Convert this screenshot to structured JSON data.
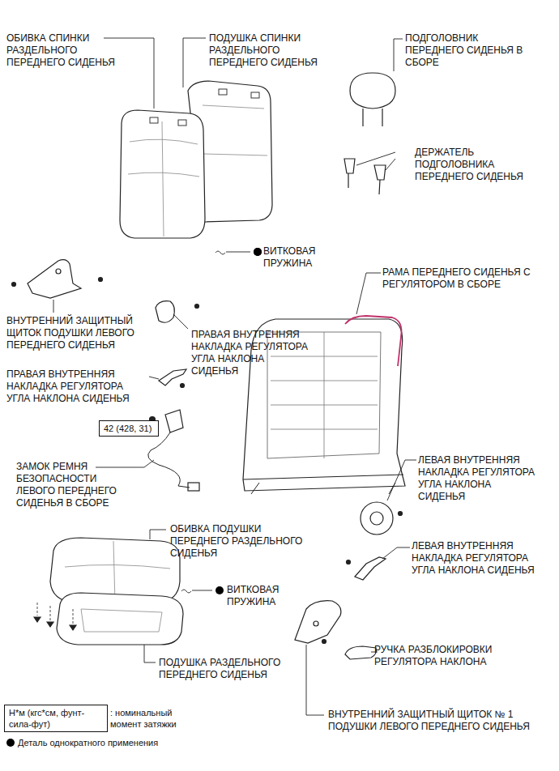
{
  "diagram": {
    "nodes": [
      {
        "text": [
          "42 (428, 31)"
        ]
      },
      {
        "text": [
          "Н*м (кгс*см, фунт-сила-фут)"
        ]
      }
    ],
    "labels": [
      "ОБИВКА СПИНКИ РАЗДЕЛЬНОГО ПЕРЕДНЕГО СИДЕНЬЯ",
      "ПОДУШКА СПИНКИ РАЗДЕЛЬНОГО ПЕРЕДНЕГО СИДЕНЬЯ",
      "ПОДГОЛОВНИК ПЕРЕДНЕГО СИДЕНЬЯ В СБОРЕ",
      "ДЕРЖАТЕЛЬ ПОДГОЛОВНИКА ПЕРЕДНЕГО СИДЕНЬЯ",
      "ВИТКОВАЯ ПРУЖИНА",
      "РАМА ПЕРЕДНЕГО СИДЕНЬЯ С РЕГУЛЯТОРОМ В СБОРЕ",
      "ВНУТРЕННИЙ ЗАЩИТНЫЙ ЩИТОК ПОДУШКИ ЛЕВОГО ПЕРЕДНЕГО СИДЕНЬЯ",
      "ПРАВАЯ ВНУТРЕННЯЯ НАКЛАДКА РЕГУЛЯТОРА УГЛА НАКЛОНА СИДЕНЬЯ",
      "ПРАВАЯ ВНУТРЕННЯЯ НАКЛАДКА РЕГУЛЯТОРА УГЛА НАКЛОНА СИДЕНЬЯ",
      "ЗАМОК РЕМНЯ БЕЗОПАСНОСТИ ЛЕВОГО ПЕРЕДНЕГО СИДЕНЬЯ В СБОРЕ",
      "ЛЕВАЯ ВНУТРЕННЯЯ НАКЛАДКА РЕГУЛЯТОРА УГЛА НАКЛОНА СИДЕНЬЯ",
      "ОБИВКА ПОДУШКИ ПЕРЕДНЕГО РАЗДЕЛЬНОГО СИДЕНЬЯ",
      "ЛЕВАЯ ВНУТРЕННЯЯ НАКЛАДКА РЕГУЛЯТОРА УГЛА НАКЛОНА СИДЕНЬЯ",
      "ВИТКОВАЯ ПРУЖИНА",
      "ПОДУШКА РАЗДЕЛЬНОГО ПЕРЕДНЕГО СИДЕНЬЯ",
      "РУЧКА РАЗБЛОКИРОВКИ РЕГУЛЯТОРА НАКЛОНА",
      "ВНУТРЕННИЙ ЗАЩИТНЫЙ ЩИТОК № 1 ПОДУШКИ ЛЕВОГО ПЕРЕДНЕГО СИДЕНЬЯ"
    ],
    "legend": [
      {
        "text": ": номинальный момент затяжки"
      },
      {
        "text": "Деталь однократного применения",
        "color": "#000000"
      }
    ]
  }
}
